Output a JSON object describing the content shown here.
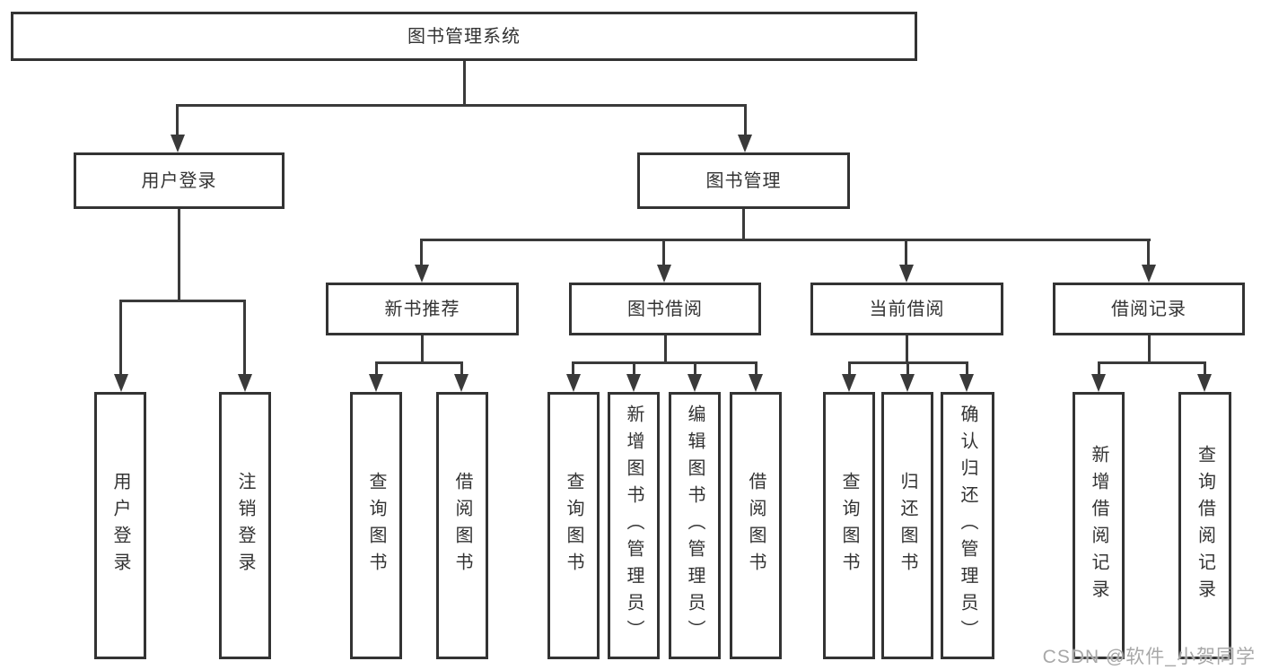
{
  "diagram": {
    "type": "hierarchy-tree",
    "colors": {
      "line": "#3a3a3a",
      "box_border": "#333333",
      "text": "#333333",
      "background": "#ffffff",
      "watermark": "#a8a8a8"
    }
  },
  "tree": {
    "label": "图书管理系统",
    "children": [
      {
        "label": "用户登录",
        "children": [
          {
            "label": "用户登录"
          },
          {
            "label": "注销登录"
          }
        ]
      },
      {
        "label": "图书管理",
        "children": [
          {
            "label": "新书推荐",
            "children": [
              {
                "label": "查询图书"
              },
              {
                "label": "借阅图书"
              }
            ]
          },
          {
            "label": "图书借阅",
            "children": [
              {
                "label": "查询图书"
              },
              {
                "label": "新增图书（管理员）"
              },
              {
                "label": "编辑图书（管理员）"
              },
              {
                "label": "借阅图书"
              }
            ]
          },
          {
            "label": "当前借阅",
            "children": [
              {
                "label": "查询图书"
              },
              {
                "label": "归还图书"
              },
              {
                "label": "确认归还（管理员）"
              }
            ]
          },
          {
            "label": "借阅记录",
            "children": [
              {
                "label": "新增借阅记录"
              },
              {
                "label": "查询借阅记录"
              }
            ]
          }
        ]
      }
    ]
  },
  "watermark": {
    "text": "CSDN @软件_小贺同学"
  }
}
